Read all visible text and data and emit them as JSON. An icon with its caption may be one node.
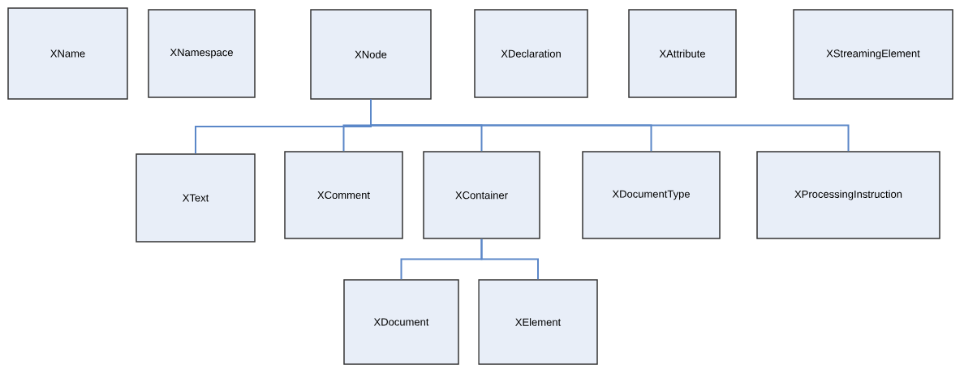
{
  "diagram": {
    "nodes": [
      {
        "text": [
          "XName"
        ]
      },
      {
        "text": [
          "XNamespace"
        ]
      },
      {
        "text": [
          "XNode"
        ]
      },
      {
        "text": [
          "XDeclaration"
        ]
      },
      {
        "text": [
          "XAttribute"
        ]
      },
      {
        "text": [
          "XStreamingElement"
        ]
      },
      {
        "text": [
          "XText"
        ]
      },
      {
        "text": [
          "XComment"
        ]
      },
      {
        "text": [
          "XContainer"
        ]
      },
      {
        "text": [
          "XDocumentType"
        ]
      },
      {
        "text": [
          "XProcessingInstruction"
        ]
      },
      {
        "text": [
          "XDocument"
        ]
      },
      {
        "text": [
          "XElement"
        ]
      }
    ],
    "edges": [
      {
        "from": 2,
        "to": 6,
        "arrow": "none"
      },
      {
        "from": 2,
        "to": 7,
        "arrow": "none"
      },
      {
        "from": 2,
        "to": 8,
        "arrow": "none"
      },
      {
        "from": 2,
        "to": 9,
        "arrow": "none"
      },
      {
        "from": 2,
        "to": 10,
        "arrow": "none"
      },
      {
        "from": 8,
        "to": 11,
        "arrow": "none"
      },
      {
        "from": 8,
        "to": 12,
        "arrow": "none"
      }
    ]
  }
}
